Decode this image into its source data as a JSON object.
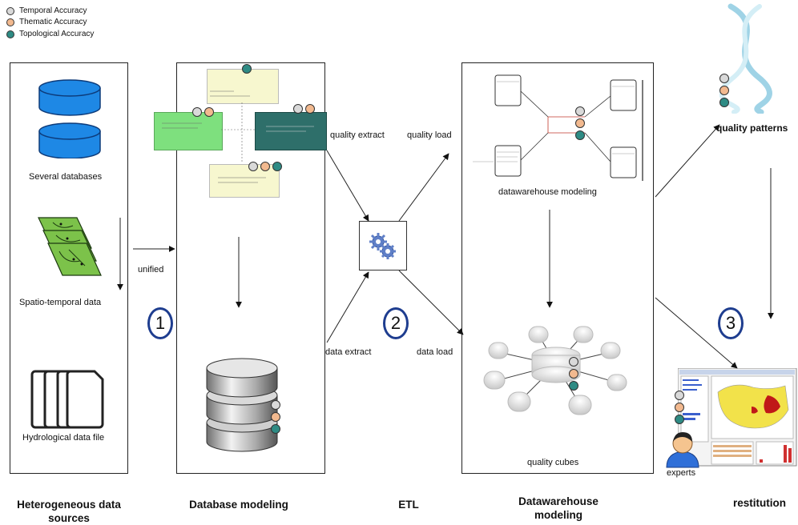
{
  "legend": [
    {
      "label": "Temporal Accuracy",
      "color": "#d9d9d9"
    },
    {
      "label": "Thematic Accuracy",
      "color": "#f2b98f"
    },
    {
      "label": "Topological  Accuracy",
      "color": "#2e8b84"
    }
  ],
  "sources": {
    "db_label": "Several databases",
    "spatio_label": "Spatio-temporal data",
    "hydro_label": "Hydrological data file"
  },
  "edge_labels": {
    "unified": "unified",
    "quality_extract": "quality extract",
    "quality_load": "quality load",
    "data_extract": "data extract",
    "data_load": "data load"
  },
  "dw": {
    "modeling_label": "datawarehouse modeling",
    "cubes_label": "quality cubes"
  },
  "restitution": {
    "patterns_label": "quality patterns",
    "experts_label": "experts"
  },
  "steps": [
    "1",
    "2",
    "3"
  ],
  "captions": {
    "heterogeneous": "Heterogeneous data sources",
    "database_modeling": "Database modeling",
    "etl": "ETL",
    "datawarehouse_modeling": "Datawarehouse modeling",
    "restitution": "restitution"
  }
}
